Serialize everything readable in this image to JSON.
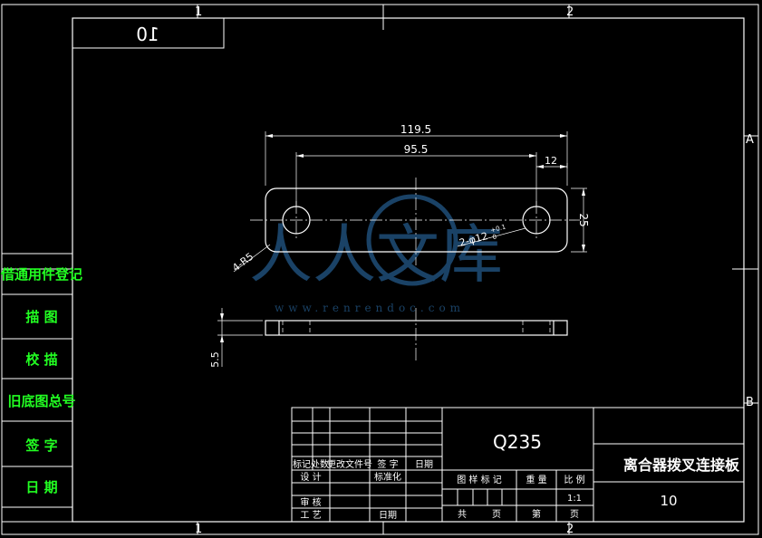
{
  "drawing": {
    "part_code_mirrored": "10",
    "zone_cols": [
      "1",
      "2"
    ],
    "zone_rows": [
      "A",
      "B"
    ],
    "dims": {
      "overall_length": "119.5",
      "hole_spacing": "95.5",
      "hole_offset": "12",
      "height": "25",
      "corner_radius": "4-R5",
      "hole_spec": "2-φ12",
      "hole_tol_upper": "+0.1",
      "hole_tol_lower": "0",
      "thickness": "5.5"
    }
  },
  "left_panel": [
    "借通用件登记",
    "描 图",
    "校 描",
    "旧底图总号",
    "签 字",
    "日 期"
  ],
  "title_block": {
    "material": "Q235",
    "part_name": "离合器拨叉连接板",
    "drawing_no": "10",
    "scale": "1:1",
    "row_labels": {
      "mark": "标记处数",
      "change_doc": "更改文件号",
      "sign": "签 字",
      "date": "日期",
      "design": "设 计",
      "standardize": "标准化",
      "review": "审 核",
      "process": "工 艺",
      "date2": "日期"
    },
    "mid_labels": {
      "stage_mark": "图 样 标 记",
      "weight": "重 量",
      "scale_label": "比 例",
      "total": "共",
      "page": "页",
      "num": "第",
      "page2": "页"
    }
  },
  "watermark": {
    "text": "人人文库",
    "url": "www.renrendoc.com"
  }
}
